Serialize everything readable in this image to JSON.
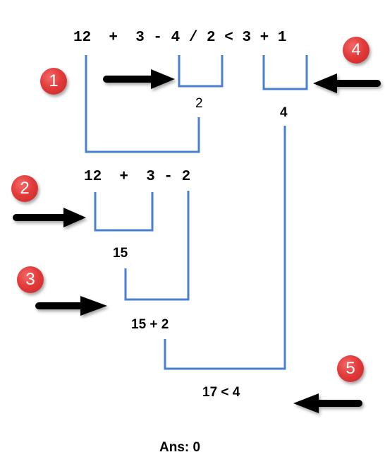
{
  "colors": {
    "bracket": "#4a7fd0",
    "badge": "#e23b3b",
    "arrow": "#000000"
  },
  "expressions": {
    "original": "12  +  3 - 4 / 2 < 3 + 1",
    "after_step_1": "12  +  3 - 2",
    "after_step_3": "15 + 2",
    "after_step_5": "17 < 4"
  },
  "results": {
    "r1": "2",
    "r4": "4",
    "r2": "15"
  },
  "answer": "Ans: 0",
  "steps": [
    {
      "number": "1"
    },
    {
      "number": "2"
    },
    {
      "number": "3"
    },
    {
      "number": "4"
    },
    {
      "number": "5"
    }
  ]
}
